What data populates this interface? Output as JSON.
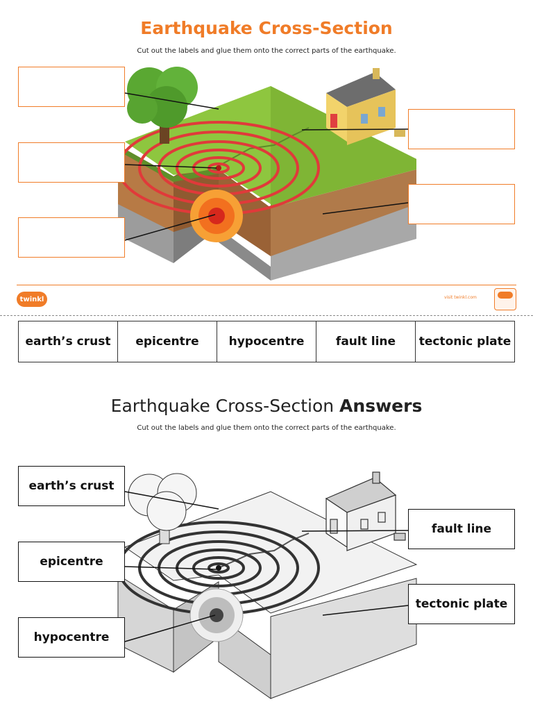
{
  "top": {
    "title": "Earthquake Cross-Section",
    "instructions": "Cut out the labels and glue them onto the correct parts of the earthquake."
  },
  "footer": {
    "logo_text": "twinkl",
    "visit_text": "visit twinkl.com"
  },
  "cut_labels": [
    "earth’s crust",
    "epicentre",
    "hypocentre",
    "fault line",
    "tectonic plate"
  ],
  "answers": {
    "title_normal": "Earthquake Cross-Section",
    "title_bold": "Answers",
    "instructions": "Cut out the labels and glue them onto the correct parts of the earthquake.",
    "labels": {
      "earths_crust": "earth’s crust",
      "epicentre": "epicentre",
      "hypocentre": "hypocentre",
      "fault_line": "fault line",
      "tectonic_plate": "tectonic plate"
    }
  },
  "colors": {
    "accent": "#f07c28",
    "grass": "#8ec63f",
    "soil": "#a0643a",
    "rock": "#9a9a9a",
    "rings": "#e03a3a"
  }
}
